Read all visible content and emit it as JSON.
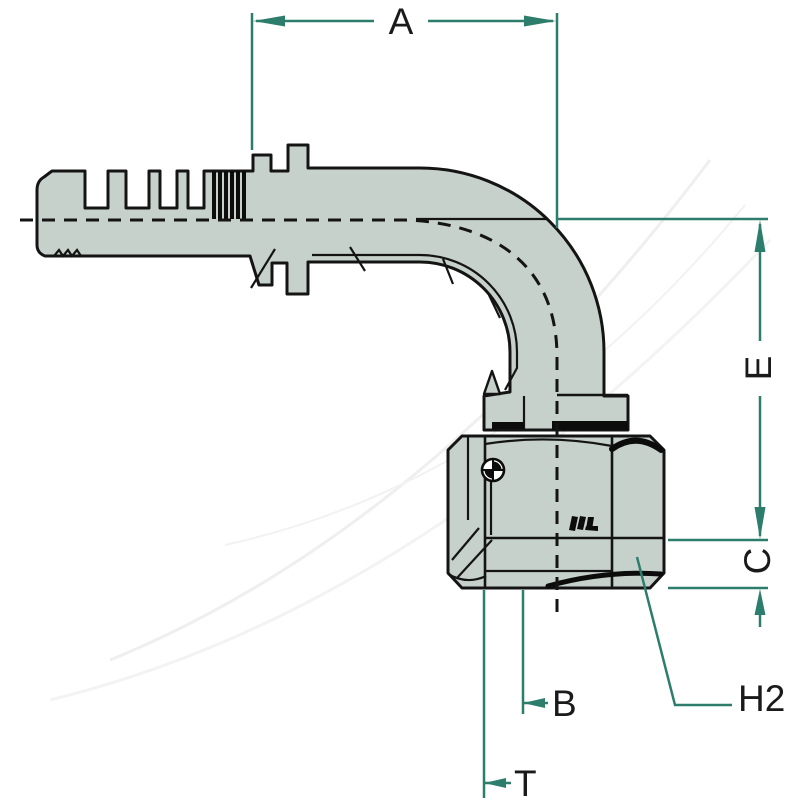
{
  "drawing": {
    "kind": "technical-dimension-drawing",
    "background": "#ffffff",
    "part_fill_color": "#c7d1cb",
    "outline_color": "#141414",
    "dimension_line_color": "#2c7d6c",
    "label_text_color": "#1a1a1a"
  },
  "labels": {
    "a": "A",
    "b": "B",
    "c": "C",
    "e": "E",
    "t": "T",
    "h2": "H2"
  }
}
